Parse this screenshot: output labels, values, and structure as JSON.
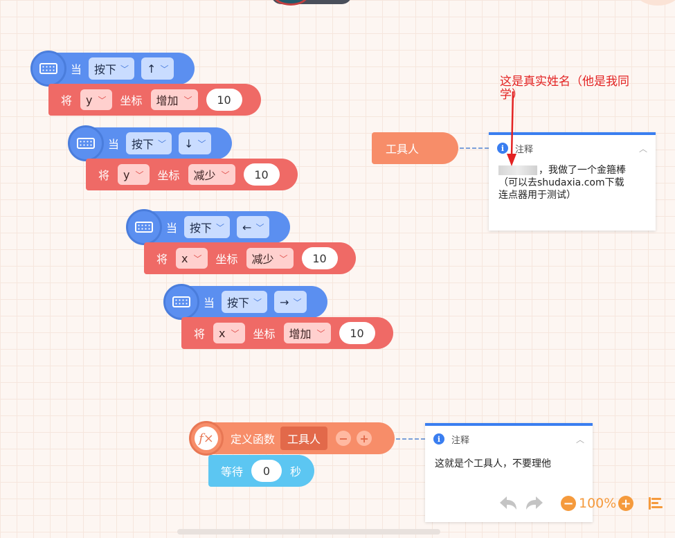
{
  "event_blocks": [
    {
      "when": "当",
      "event": "按下",
      "key": "↑",
      "action": "将",
      "axis": "y",
      "coord": "坐标",
      "op": "增加",
      "value": "10"
    },
    {
      "when": "当",
      "event": "按下",
      "key": "↓",
      "action": "将",
      "axis": "y",
      "coord": "坐标",
      "op": "减少",
      "value": "10"
    },
    {
      "when": "当",
      "event": "按下",
      "key": "←",
      "action": "将",
      "axis": "x",
      "coord": "坐标",
      "op": "减少",
      "value": "10"
    },
    {
      "when": "当",
      "event": "按下",
      "key": "→",
      "action": "将",
      "axis": "x",
      "coord": "坐标",
      "op": "增加",
      "value": "10"
    }
  ],
  "tool_block": {
    "label": "工具人"
  },
  "procedure": {
    "define_label": "定义函数",
    "name": "工具人",
    "minus": "−",
    "plus": "+",
    "wait_label": "等待",
    "wait_value": "0",
    "wait_unit": "秒"
  },
  "note1": {
    "title": "注释",
    "body": "，我做了一个金箍棒\n（可以去shudaxia.com下载\n连点器用于测试）"
  },
  "note2": {
    "title": "注释",
    "body": "这就是个工具人，不要理他"
  },
  "annotation": {
    "line1": "这是真实姓名（他是我同",
    "line2": "学）"
  },
  "controls": {
    "undo_icon": "undo-icon",
    "redo_icon": "redo-icon",
    "zoom_out": "−",
    "zoom_level": "100%",
    "zoom_in": "+"
  },
  "colors": {
    "event_blue": "#5b8ff0",
    "motion_red": "#ef6a66",
    "procedure_orange": "#f78d69",
    "wait_cyan": "#5cc6f2",
    "note_accent": "#3a7ef0",
    "annotation_red": "#e32323",
    "zoom_orange": "#f59a3c"
  }
}
